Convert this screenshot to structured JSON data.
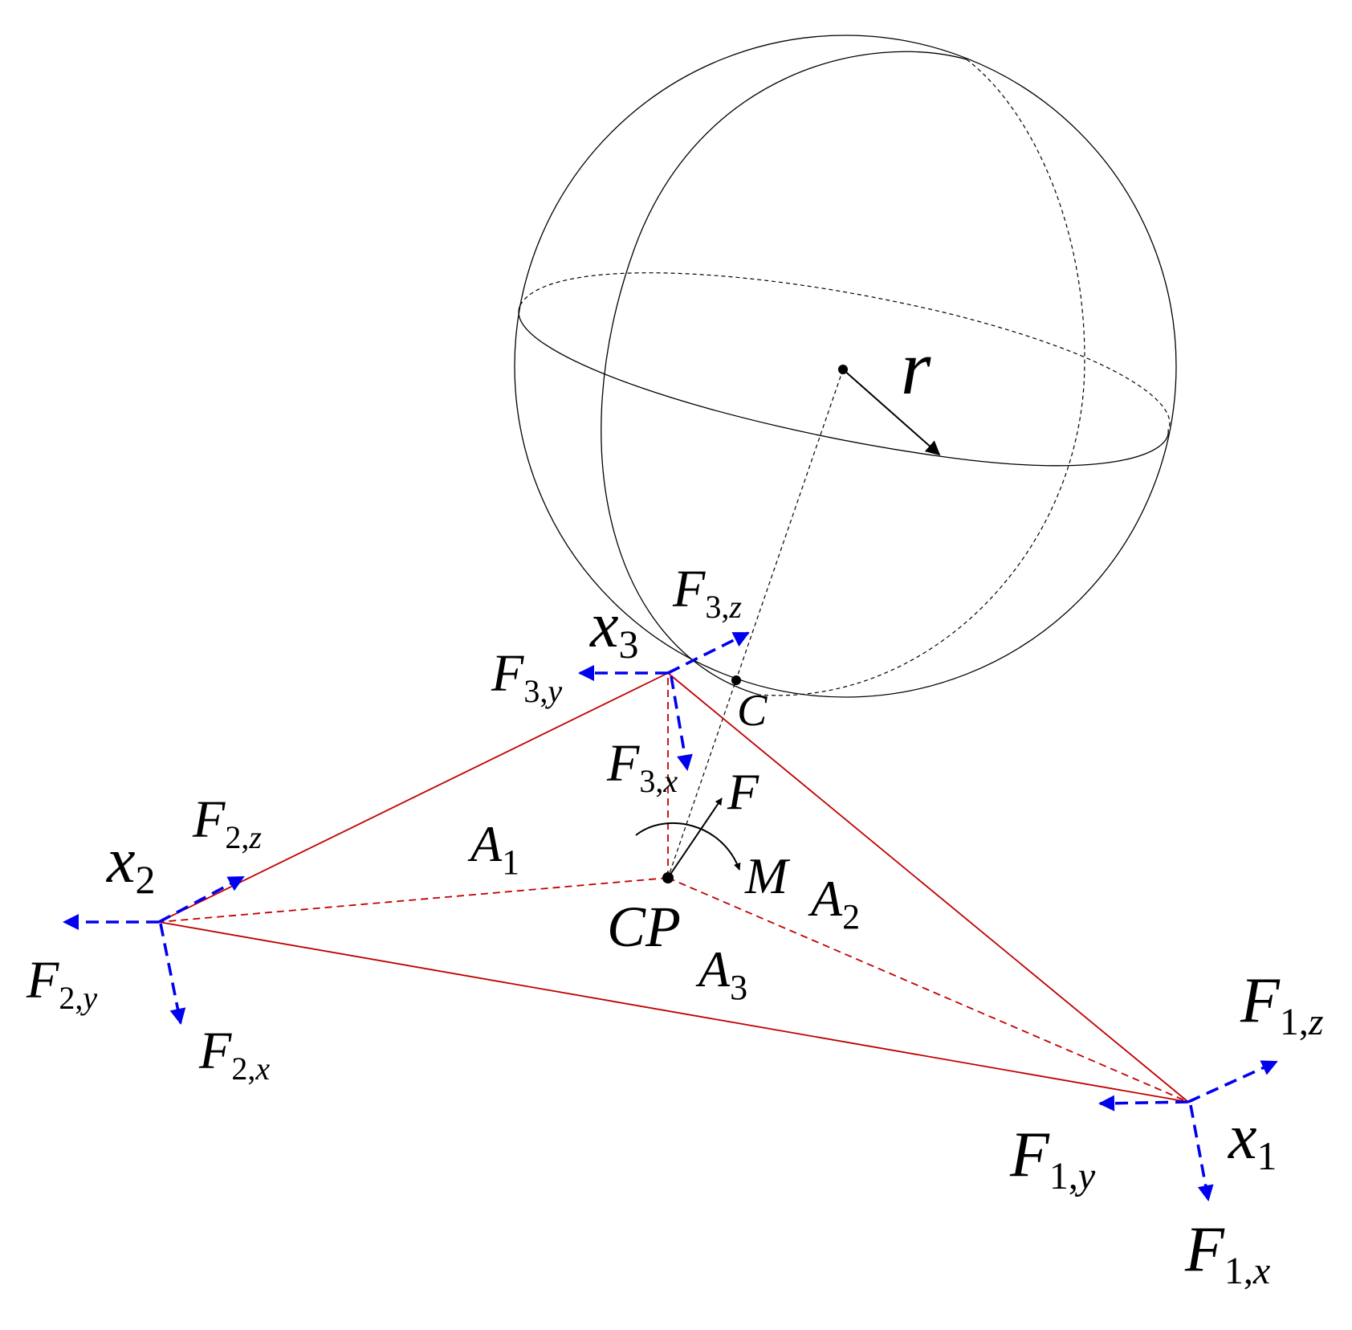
{
  "colors": {
    "triangle": "#c00000",
    "force_components": "#0000ee",
    "ink": "#000000"
  },
  "labels": {
    "r": "r",
    "C": "C",
    "CP": "CP",
    "F": "F",
    "M": "M",
    "A1": {
      "base": "A",
      "sub": "1"
    },
    "A2": {
      "base": "A",
      "sub": "2"
    },
    "A3": {
      "base": "A",
      "sub": "3"
    },
    "x1": {
      "base": "x",
      "sub": "1"
    },
    "x2": {
      "base": "x",
      "sub": "2"
    },
    "x3": {
      "base": "x",
      "sub": "3"
    },
    "F1x": {
      "base": "F",
      "num": "1,",
      "axis": "x"
    },
    "F1y": {
      "base": "F",
      "num": "1,",
      "axis": "y"
    },
    "F1z": {
      "base": "F",
      "num": "1,",
      "axis": "z"
    },
    "F2x": {
      "base": "F",
      "num": "2,",
      "axis": "x"
    },
    "F2y": {
      "base": "F",
      "num": "2,",
      "axis": "y"
    },
    "F2z": {
      "base": "F",
      "num": "2,",
      "axis": "z"
    },
    "F3x": {
      "base": "F",
      "num": "3,",
      "axis": "x"
    },
    "F3y": {
      "base": "F",
      "num": "3,",
      "axis": "y"
    },
    "F3z": {
      "base": "F",
      "num": "3,",
      "axis": "z"
    }
  }
}
